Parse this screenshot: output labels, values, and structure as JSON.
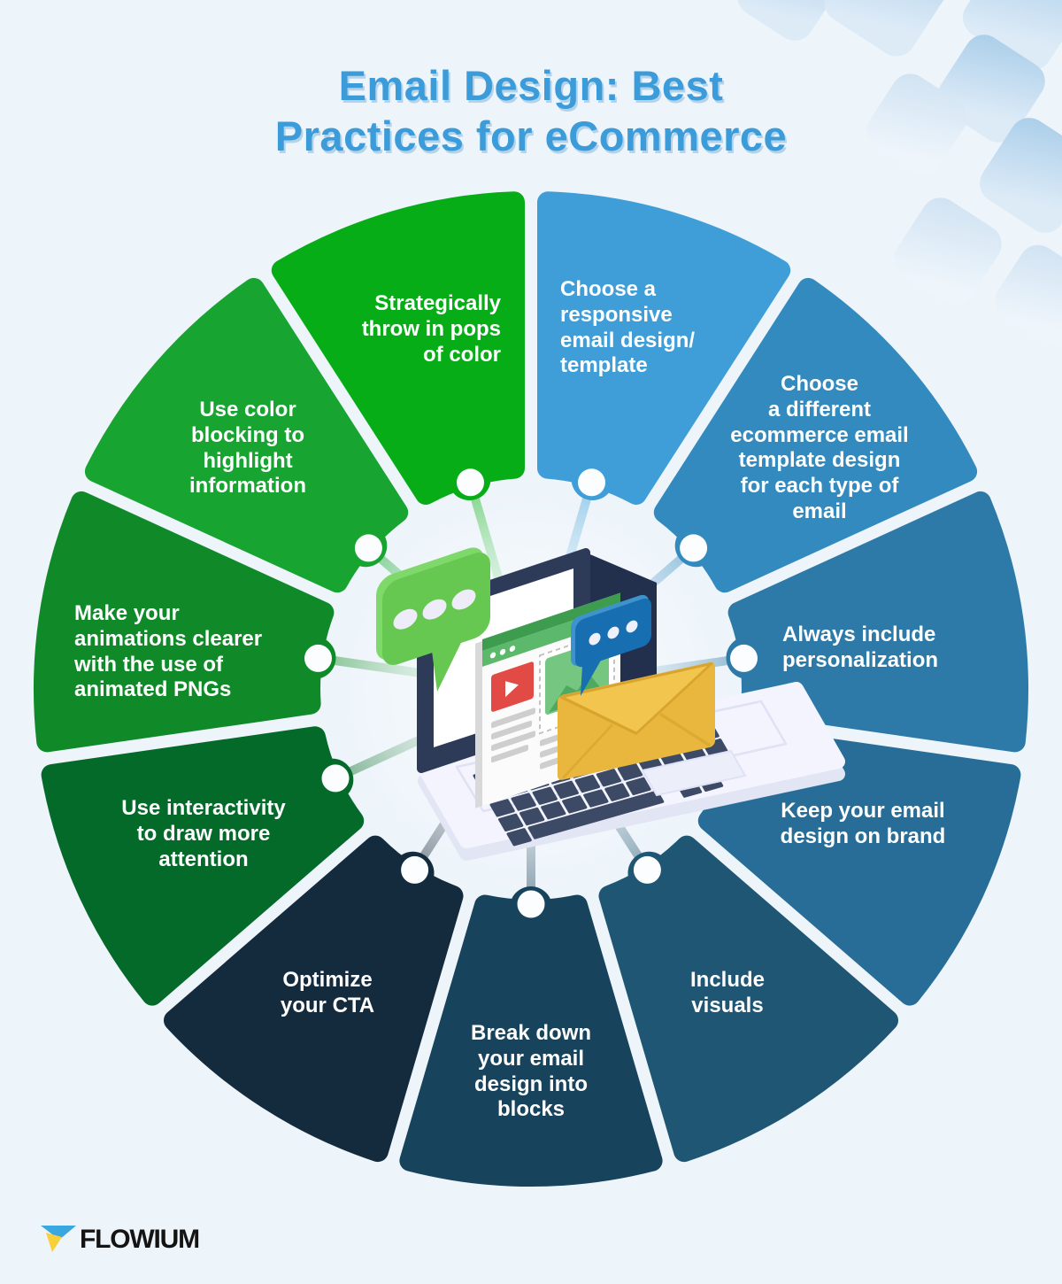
{
  "page": {
    "background_color": "#edf4fa"
  },
  "header": {
    "title": "Email Design: Best\nPractices for eCommerce",
    "title_color": "#3b9cd9"
  },
  "wheel": {
    "segments": [
      {
        "id": "responsive-template",
        "label": "Choose a\nresponsive\nemail design/\ntemplate",
        "color": "#3f9ed8"
      },
      {
        "id": "different-template-design",
        "label": "Choose\na different\necommerce email\ntemplate design\nfor each type of\nemail",
        "color": "#338abf"
      },
      {
        "id": "personalization",
        "label": "Always include\npersonalization",
        "color": "#2d7aa9"
      },
      {
        "id": "on-brand",
        "label": "Keep your email\ndesign on brand",
        "color": "#276d97"
      },
      {
        "id": "include-visuals",
        "label": "Include\nvisuals",
        "color": "#1e5674"
      },
      {
        "id": "design-blocks",
        "label": "Break down\nyour email\ndesign into\nblocks",
        "color": "#17435d"
      },
      {
        "id": "optimize-cta",
        "label": "Optimize\nyour CTA",
        "color": "#142a3d"
      },
      {
        "id": "interactivity",
        "label": "Use interactivity\nto draw more\nattention",
        "color": "#046a2a"
      },
      {
        "id": "animated-pngs",
        "label": "Make your\nanimations clearer\nwith the use of\nanimated PNGs",
        "color": "#108a29"
      },
      {
        "id": "color-blocking",
        "label": "Use color\nblocking to\nhighlight\ninformation",
        "color": "#17a431"
      },
      {
        "id": "pops-of-color",
        "label": "Strategically\nthrow in pops\nof color",
        "color": "#07ad17"
      }
    ]
  },
  "center": {
    "illustration": "laptop-email-marketing"
  },
  "footer": {
    "brand_name": "FLOWIUM"
  }
}
